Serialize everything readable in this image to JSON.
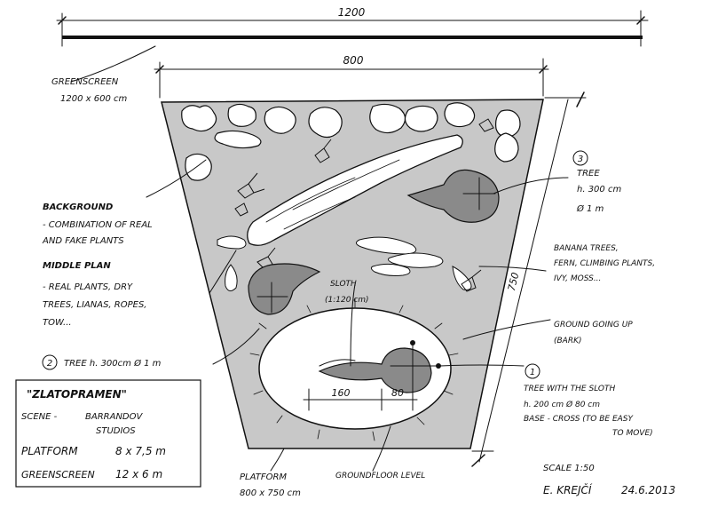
{
  "dimensions": {
    "greenscreen_width": "1200",
    "platform_width": "800",
    "platform_depth": "750",
    "sloth_offset": "160",
    "tree1_diameter": "80"
  },
  "labels": {
    "greenscreen": [
      "GREENSCREEN",
      "1200 x 600 cm"
    ],
    "background": [
      "BACKGROUND",
      "- COMBINATION OF REAL",
      "AND FAKE PLANTS"
    ],
    "middle_plan": [
      "MIDDLE PLAN",
      "- REAL PLANTS, DRY",
      "TREES, LIANAS, ROPES,",
      "TOW..."
    ],
    "tree3": [
      "TREE",
      "h. 300 cm",
      "Ø 1 m"
    ],
    "tree3_number": "3",
    "tree2_number": "2",
    "tree2": "TREE h. 300cm Ø 1 m",
    "tree1_number": "1",
    "tree1": [
      "TREE WITH THE SLOTH",
      "h. 200 cm Ø 80 cm",
      "BASE - CROSS (TO BE EASY",
      "TO MOVE)"
    ],
    "banana": [
      "BANANA TREES,",
      "FERN, CLIMBING PLANTS,",
      "IVY, MOSS..."
    ],
    "ground": [
      "GROUND GOING UP",
      "(BARK)"
    ],
    "sloth": [
      "SLOTH",
      "(1:120 cm)"
    ],
    "platform": [
      "PLATFORM",
      "800 x 750 cm"
    ],
    "groundfloor": "GROUNDFLOOR LEVEL",
    "scale": "SCALE 1:50",
    "signature": "E. KREJČÍ",
    "date": "24.6.2013"
  },
  "info_box": {
    "title": "\"ZLATOPRAMEN\"",
    "scene_label": "SCENE -",
    "scene_value": [
      "BARRANDOV",
      "STUDIOS"
    ],
    "platform_label": "PLATFORM",
    "platform_value": "8 x 7,5 m",
    "greenscreen_label": "GREENSCREEN",
    "greenscreen_value": "12 x 6 m"
  },
  "colors": {
    "platform_fill": "#c8c8c8",
    "tree_fill": "#8a8a8a",
    "ink": "#111111",
    "paper": "#ffffff"
  }
}
